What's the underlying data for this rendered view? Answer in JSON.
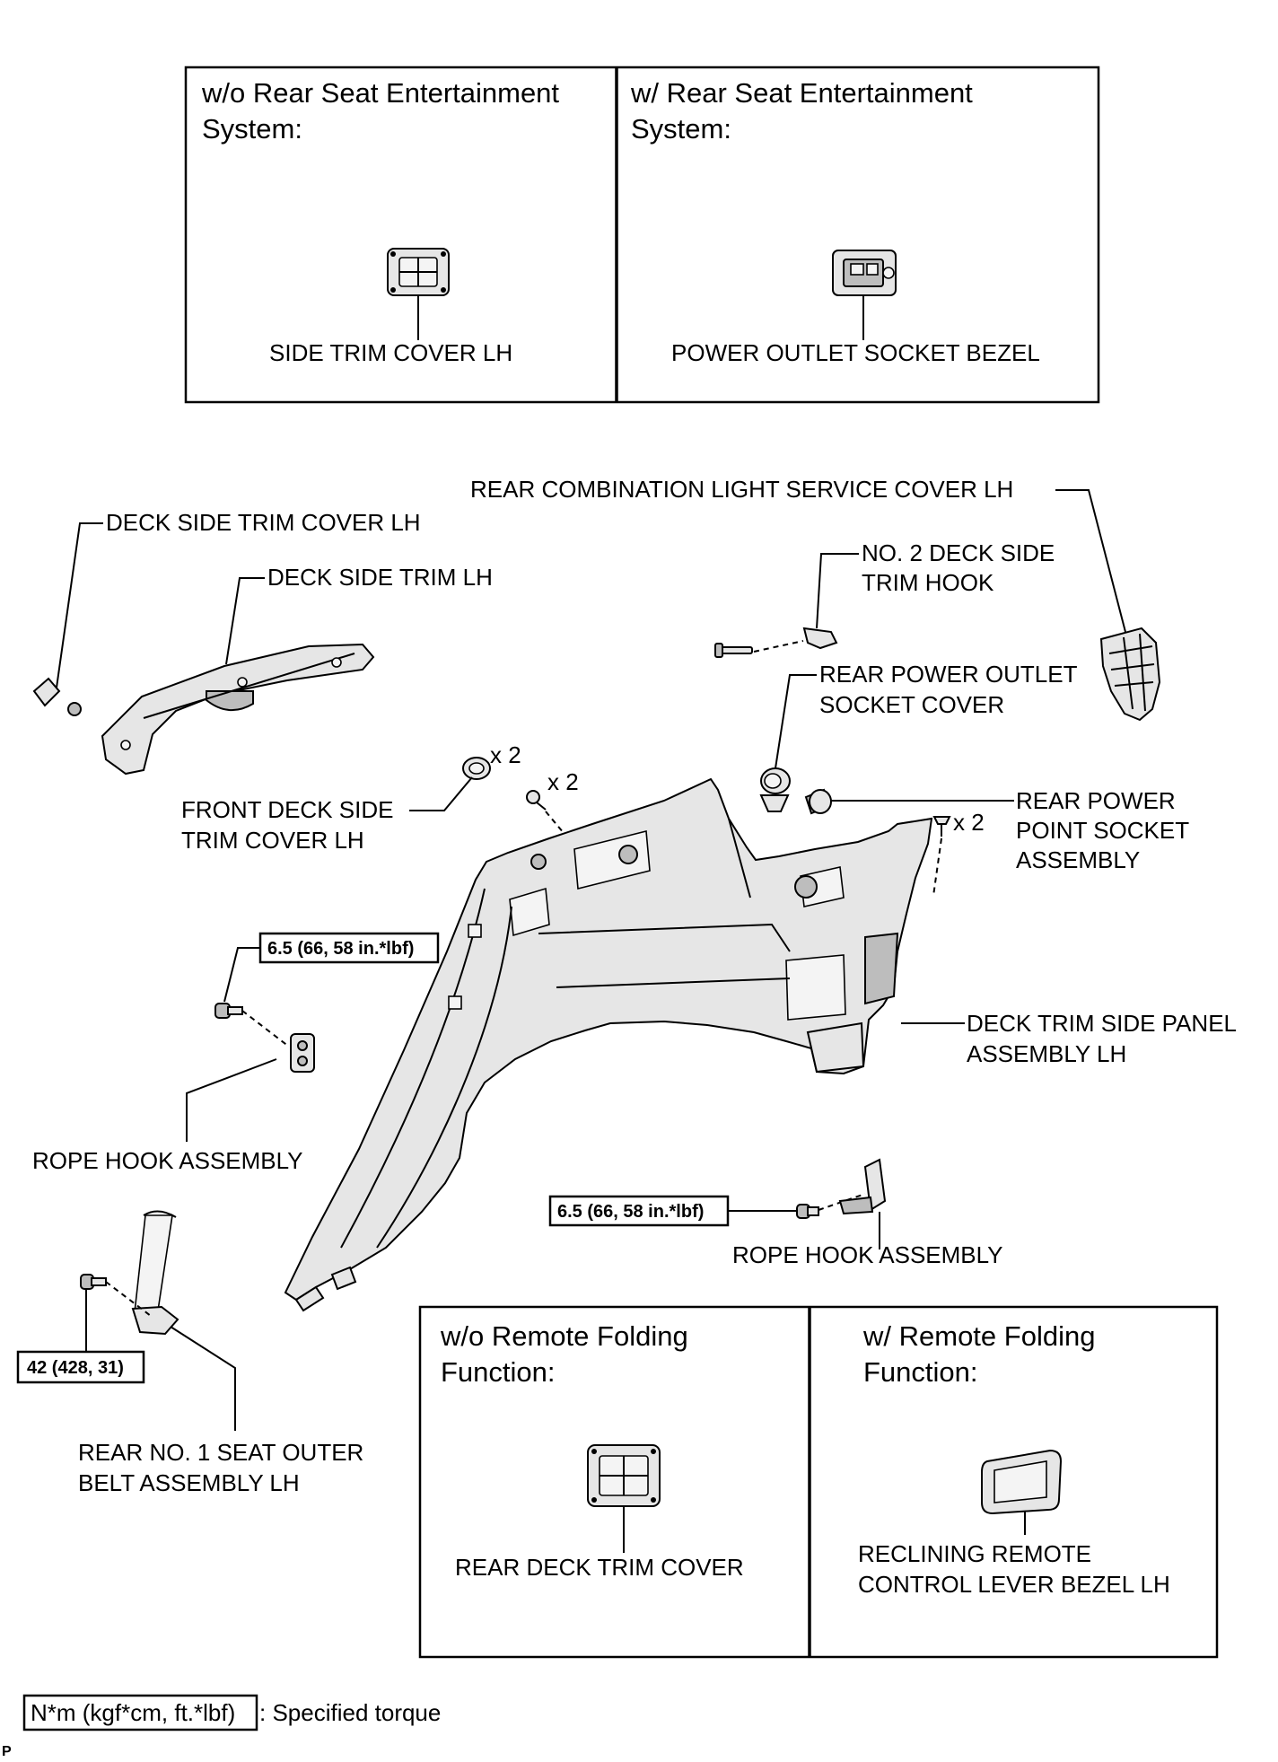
{
  "top_panel": {
    "left_title_1": "w/o Rear Seat Entertainment",
    "left_title_2": "System:",
    "left_part": "SIDE TRIM COVER LH",
    "right_title_1": "w/ Rear Seat Entertainment",
    "right_title_2": "System:",
    "right_part": "POWER OUTLET SOCKET BEZEL"
  },
  "labels": {
    "rear_comb_light_cover": "REAR COMBINATION LIGHT SERVICE COVER LH",
    "deck_side_trim_cover": "DECK SIDE TRIM COVER LH",
    "deck_side_trim": "DECK SIDE TRIM LH",
    "no2_hook_1": "NO. 2 DECK SIDE",
    "no2_hook_2": "TRIM HOOK",
    "rear_outlet_cover_1": "REAR POWER OUTLET",
    "rear_outlet_cover_2": "SOCKET COVER",
    "qty_a": "x 2",
    "qty_b": "x 2",
    "qty_c": "x 2",
    "front_deck_1": "FRONT DECK SIDE",
    "front_deck_2": "TRIM COVER LH",
    "rear_power_point_1": "REAR POWER",
    "rear_power_point_2": "POINT SOCKET",
    "rear_power_point_3": "ASSEMBLY",
    "torque_1": "6.5 (66, 58 in.*lbf)",
    "deck_trim_panel_1": "DECK TRIM SIDE PANEL",
    "deck_trim_panel_2": "ASSEMBLY LH",
    "rope_hook_left": "ROPE HOOK ASSEMBLY",
    "torque_2": "6.5 (66, 58 in.*lbf)",
    "rope_hook_right": "ROPE HOOK ASSEMBLY",
    "torque_3": "42 (428, 31)",
    "belt_1": "REAR NO. 1 SEAT OUTER",
    "belt_2": "BELT ASSEMBLY LH"
  },
  "bottom_panel": {
    "left_title_1": "w/o Remote Folding",
    "left_title_2": "Function:",
    "left_part": "REAR DECK TRIM COVER",
    "right_title_1": "w/ Remote Folding",
    "right_title_2": "Function:",
    "right_part_1": "RECLINING REMOTE",
    "right_part_2": "CONTROL LEVER BEZEL LH"
  },
  "legend": {
    "unit": "N*m (kgf*cm, ft.*lbf)",
    "meaning": ": Specified torque"
  },
  "corner_mark": "P"
}
